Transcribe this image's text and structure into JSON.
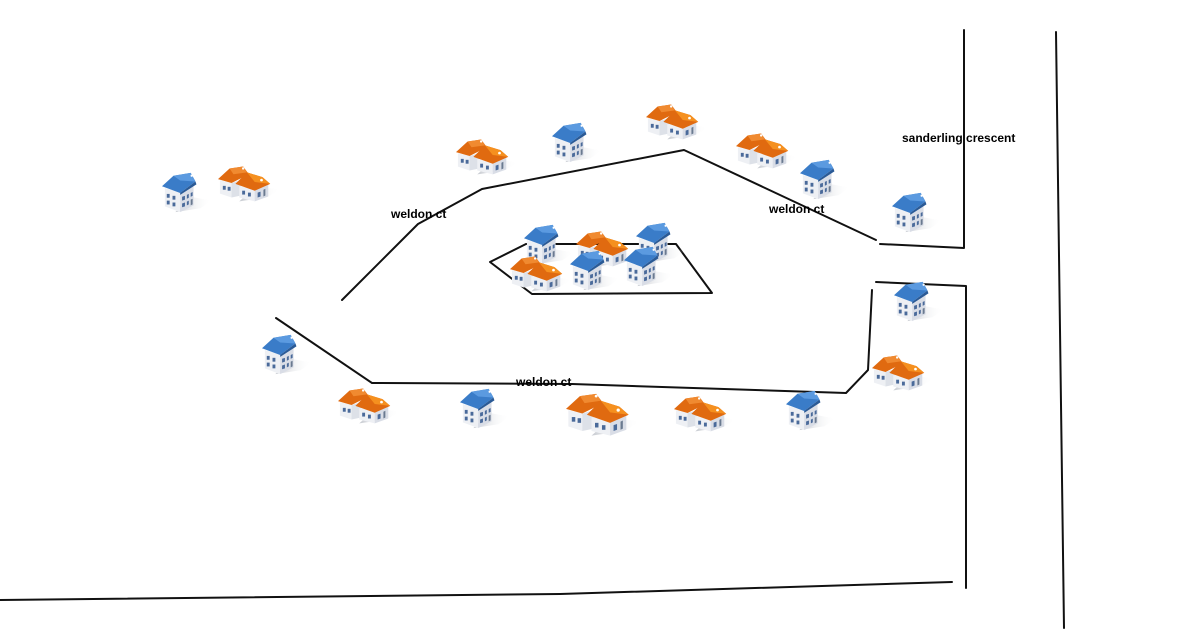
{
  "map": {
    "street_labels": [
      {
        "id": "weldon-ct-west",
        "text": "weldon ct"
      },
      {
        "id": "weldon-ct-east",
        "text": "weldon ct"
      },
      {
        "id": "weldon-ct-south",
        "text": "weldon ct"
      },
      {
        "id": "sanderling-crescent",
        "text": "sanderling crescent"
      }
    ],
    "colors": {
      "background": "#ffffff",
      "road": "#111111",
      "roof_blue": "#3a7cc8",
      "roof_orange": "#e06a10",
      "wall": "#f2f3f6",
      "window": "#4a6a9a"
    },
    "houses": [
      {
        "type": "blue-two-storey"
      },
      {
        "type": "orange-bungalow"
      },
      {
        "type": "orange-bungalow"
      },
      {
        "type": "blue-two-storey"
      },
      {
        "type": "orange-bungalow"
      },
      {
        "type": "orange-bungalow"
      },
      {
        "type": "blue-two-storey"
      },
      {
        "type": "blue-two-storey"
      },
      {
        "type": "blue-two-storey"
      },
      {
        "type": "orange-bungalow"
      },
      {
        "type": "blue-two-storey"
      },
      {
        "type": "orange-bungalow"
      },
      {
        "type": "blue-two-storey"
      },
      {
        "type": "blue-two-storey"
      },
      {
        "type": "blue-two-storey"
      },
      {
        "type": "orange-bungalow"
      },
      {
        "type": "blue-two-storey"
      },
      {
        "type": "orange-bungalow"
      },
      {
        "type": "orange-bungalow"
      },
      {
        "type": "blue-two-storey"
      },
      {
        "type": "orange-bungalow"
      },
      {
        "type": "blue-two-storey"
      }
    ]
  }
}
